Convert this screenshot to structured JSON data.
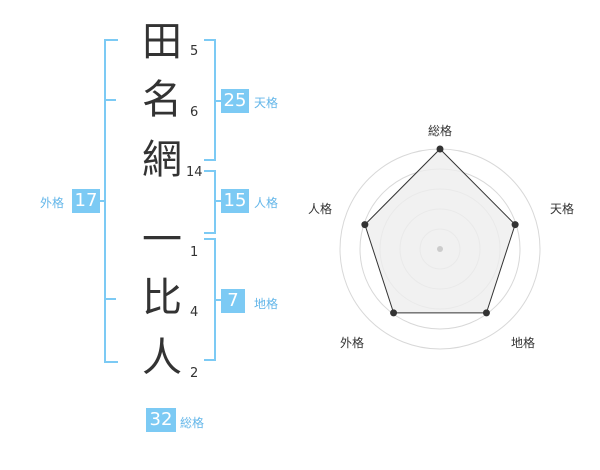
{
  "name_chars": [
    {
      "char": "田",
      "strokes": "5"
    },
    {
      "char": "名",
      "strokes": "6"
    },
    {
      "char": "網",
      "strokes": "14"
    },
    {
      "char": "一",
      "strokes": "1"
    },
    {
      "char": "比",
      "strokes": "4"
    },
    {
      "char": "人",
      "strokes": "2"
    }
  ],
  "fortunes": {
    "tenkaku": {
      "value": "25",
      "label": "天格"
    },
    "jinkaku": {
      "value": "15",
      "label": "人格"
    },
    "chikaku": {
      "value": "7",
      "label": "地格"
    },
    "gaikaku": {
      "value": "17",
      "label": "外格"
    },
    "soukaku": {
      "value": "32",
      "label": "総格"
    }
  },
  "radar": {
    "axes": [
      "総格",
      "天格",
      "地格",
      "外格",
      "人格"
    ],
    "values": [
      1.0,
      0.79,
      0.79,
      0.79,
      0.79
    ],
    "rings": 5
  },
  "colors": {
    "accent": "#7ccaf4",
    "label": "#63b6e9",
    "text": "#333333"
  }
}
